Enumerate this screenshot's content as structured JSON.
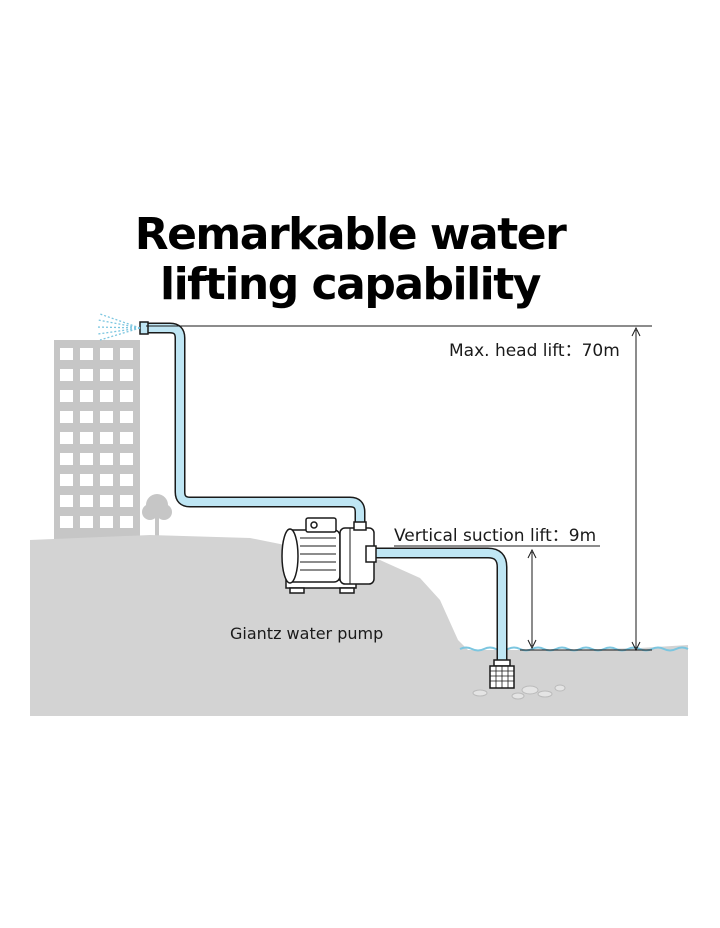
{
  "title": {
    "line1": "Remarkable water",
    "line2": "lifting capability"
  },
  "labels": {
    "max_head_lift": "Max. head lift：70m",
    "vertical_suction_lift": "Vertical suction lift：9m",
    "pump_name": "Giantz water pump"
  },
  "colors": {
    "pipe_fill": "#bfe6f4",
    "pipe_outline": "#1a1a1a",
    "ground": "#d3d3d3",
    "building": "#c6c6c6",
    "water_line": "#7cc6e0",
    "text": "#000000"
  }
}
